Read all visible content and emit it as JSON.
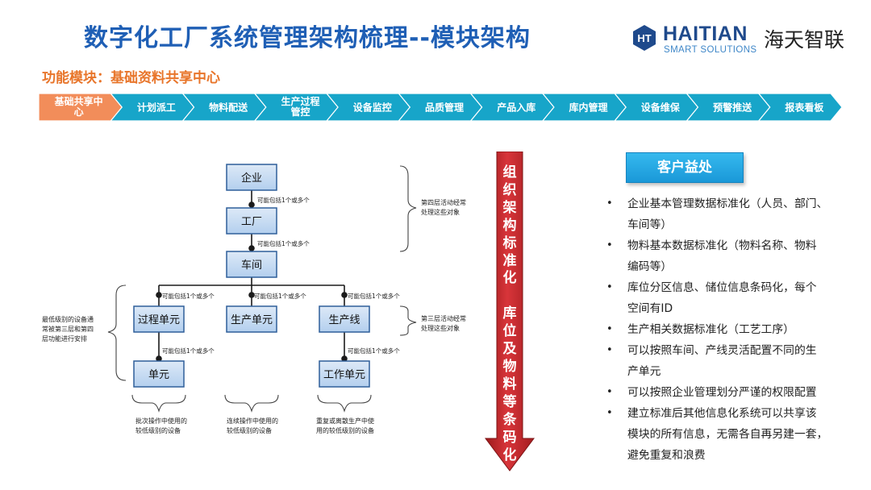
{
  "header": {
    "title": "数字化工厂系统管理架构梳理--模块架构",
    "brand_name": "HAITIAN",
    "brand_sub": "SMART SOLUTIONS",
    "brand_cn": "海天智联",
    "logo_mark": "HT"
  },
  "subtitle": "功能模块：基础资料共享中心",
  "process_steps": [
    {
      "lines": [
        "基础共享中",
        "心"
      ],
      "active": true
    },
    {
      "lines": [
        "计划派工"
      ],
      "active": false
    },
    {
      "lines": [
        "物料配送"
      ],
      "active": false
    },
    {
      "lines": [
        "生产过程",
        "管控"
      ],
      "active": false
    },
    {
      "lines": [
        "设备监控"
      ],
      "active": false
    },
    {
      "lines": [
        "品质管理"
      ],
      "active": false
    },
    {
      "lines": [
        "产品入库"
      ],
      "active": false
    },
    {
      "lines": [
        "库内管理"
      ],
      "active": false
    },
    {
      "lines": [
        "设备维保"
      ],
      "active": false
    },
    {
      "lines": [
        "预警推送"
      ],
      "active": false
    },
    {
      "lines": [
        "报表看板"
      ],
      "active": false
    }
  ],
  "diagram": {
    "nodes": {
      "enterprise": "企业",
      "factory": "工厂",
      "workshop": "车间",
      "process_unit": "过程单元",
      "production_unit": "生产单元",
      "production_line": "生产线",
      "unit": "单元",
      "work_unit": "工作单元"
    },
    "edge_label": "可能包括1个或多个",
    "annotations": {
      "level4": [
        "第四层活动经常",
        "处理这些对象"
      ],
      "level3": [
        "第三层活动经常",
        "处理这些对象"
      ],
      "lowest": [
        "最低级别的设备通",
        "常被第三层和第四",
        "层功能进行安排"
      ],
      "batch": [
        "批次操作中使用的",
        "较低级别的设备"
      ],
      "continuous": [
        "连续操作中使用的",
        "较低级别的设备"
      ],
      "discrete": [
        "重复或离散生产中使",
        "用的较低级别的设备"
      ]
    }
  },
  "arrow_text": "组织架构标准化 库位及物料等条码化",
  "benefits": {
    "header": "客户益处",
    "bullet": "•",
    "items": [
      [
        "企业基本管理数据标准化（人员、部门、",
        "车间等）"
      ],
      [
        "物料基本数据标准化（物料名称、物料",
        "编码等）"
      ],
      [
        "库位分区信息、储位信息条码化，每个",
        "空间有ID"
      ],
      [
        "生产相关数据标准化（工艺工序）"
      ],
      [
        "可以按照车间、产线灵活配置不同的生",
        "产单元"
      ],
      [
        "可以按照企业管理划分严谨的权限配置"
      ],
      [
        "建立标准后其他信息化系统可以共享该",
        "模块的所有信息，无需各自再另建一套，",
        "避免重复和浪费"
      ]
    ]
  },
  "colors": {
    "title_blue": "#1f5fb5",
    "accent_orange": "#e8752a",
    "chevron_teal": "#17a5c9",
    "chevron_active": "#f28d5a",
    "node_fill": "#c6dcf2",
    "node_border": "#2f5f9a",
    "arrow_red": "#c0282a",
    "benefit_blue": "#1a98d8"
  }
}
